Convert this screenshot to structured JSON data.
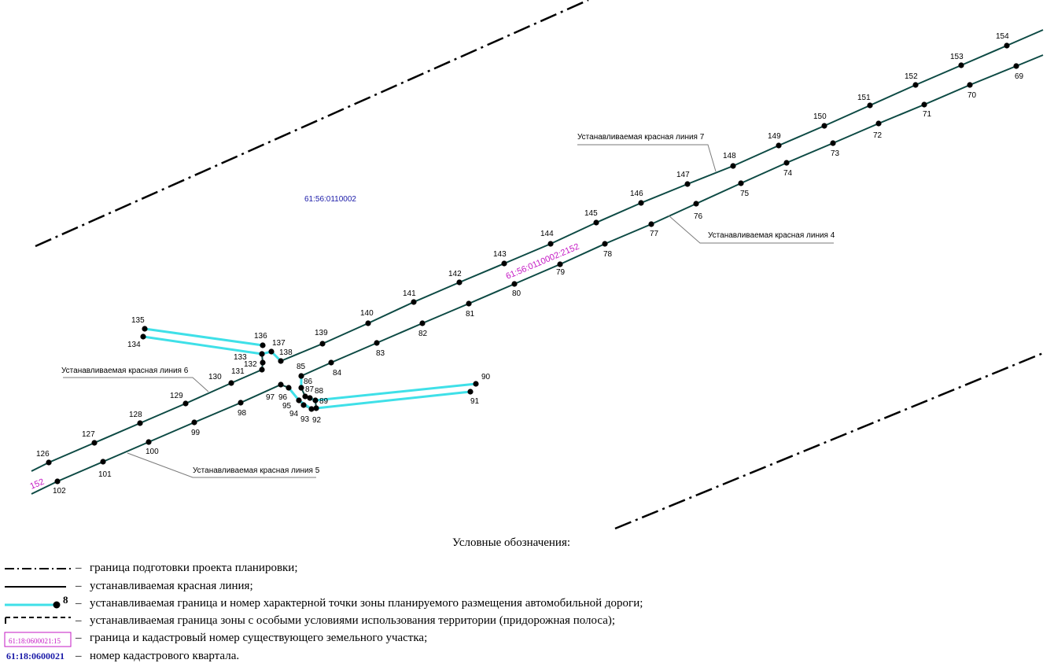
{
  "map": {
    "quarter_label": "61:56:0110002",
    "parcel_label": "61:56:0110002:2152",
    "parcel_label_edge": "152",
    "callouts": {
      "line7": "Устанавливаемая красная линия 7",
      "line4": "Устанавливаемая красная линия 4",
      "line6": "Устанавливаемая красная линия 6",
      "line5": "Устанавливаемая красная линия 5"
    },
    "points_upper": [
      {
        "id": "126",
        "label": "126"
      },
      {
        "id": "127",
        "label": "127"
      },
      {
        "id": "128",
        "label": "128"
      },
      {
        "id": "129",
        "label": "129"
      },
      {
        "id": "130",
        "label": "130"
      },
      {
        "id": "131",
        "label": "131"
      },
      {
        "id": "132",
        "label": "132"
      },
      {
        "id": "133",
        "label": "133"
      },
      {
        "id": "136",
        "label": "136"
      },
      {
        "id": "137",
        "label": "137"
      },
      {
        "id": "138",
        "label": "138"
      },
      {
        "id": "139",
        "label": "139"
      },
      {
        "id": "140",
        "label": "140"
      },
      {
        "id": "141",
        "label": "141"
      },
      {
        "id": "142",
        "label": "142"
      },
      {
        "id": "143",
        "label": "143"
      },
      {
        "id": "144",
        "label": "144"
      },
      {
        "id": "145",
        "label": "145"
      },
      {
        "id": "146",
        "label": "146"
      },
      {
        "id": "147",
        "label": "147"
      },
      {
        "id": "148",
        "label": "148"
      },
      {
        "id": "149",
        "label": "149"
      },
      {
        "id": "150",
        "label": "150"
      },
      {
        "id": "151",
        "label": "151"
      },
      {
        "id": "152",
        "label": "152"
      },
      {
        "id": "153",
        "label": "153"
      },
      {
        "id": "154",
        "label": "154"
      },
      {
        "id": "134",
        "label": "134"
      },
      {
        "id": "135",
        "label": "135"
      }
    ],
    "points_lower": [
      {
        "id": "102",
        "label": "102"
      },
      {
        "id": "101",
        "label": "101"
      },
      {
        "id": "100",
        "label": "100"
      },
      {
        "id": "99",
        "label": "99"
      },
      {
        "id": "98",
        "label": "98"
      },
      {
        "id": "97",
        "label": "97"
      },
      {
        "id": "96",
        "label": "96"
      },
      {
        "id": "95",
        "label": "95"
      },
      {
        "id": "94",
        "label": "94"
      },
      {
        "id": "93",
        "label": "93"
      },
      {
        "id": "92",
        "label": "92"
      },
      {
        "id": "89",
        "label": "89"
      },
      {
        "id": "88",
        "label": "88"
      },
      {
        "id": "87",
        "label": "87"
      },
      {
        "id": "86",
        "label": "86"
      },
      {
        "id": "85",
        "label": "85"
      },
      {
        "id": "84",
        "label": "84"
      },
      {
        "id": "83",
        "label": "83"
      },
      {
        "id": "82",
        "label": "82"
      },
      {
        "id": "81",
        "label": "81"
      },
      {
        "id": "80",
        "label": "80"
      },
      {
        "id": "79",
        "label": "79"
      },
      {
        "id": "78",
        "label": "78"
      },
      {
        "id": "77",
        "label": "77"
      },
      {
        "id": "76",
        "label": "76"
      },
      {
        "id": "75",
        "label": "75"
      },
      {
        "id": "74",
        "label": "74"
      },
      {
        "id": "73",
        "label": "73"
      },
      {
        "id": "72",
        "label": "72"
      },
      {
        "id": "71",
        "label": "71"
      },
      {
        "id": "70",
        "label": "70"
      },
      {
        "id": "69",
        "label": "69"
      },
      {
        "id": "90",
        "label": "90"
      },
      {
        "id": "91",
        "label": "91"
      }
    ],
    "colors": {
      "red_line": "#0d4a44",
      "zone_boundary": "#3fe0e8",
      "planning_boundary": "#000000",
      "parcel_text": "#c418c4",
      "quarter_text": "#1a1aa8",
      "callout_leader": "#7a7a7a"
    }
  },
  "legend": {
    "title": "Условные обозначения:",
    "dash": "–",
    "items": [
      {
        "symbol": "dash-dot-line",
        "text": "граница подготовки проекта планировки;"
      },
      {
        "symbol": "solid-line",
        "text": "устанавливаемая красная линия;"
      },
      {
        "symbol": "cyan-line-point",
        "text": "устанавливаемая граница и номер характерной точки зоны планируемого размещения автомобильной дороги;",
        "sample_number": "8"
      },
      {
        "symbol": "dashed-line",
        "text": "устанавливаемая граница зоны с особыми условиями использования территории (придорожная полоса);"
      },
      {
        "symbol": "parcel-box",
        "text": "граница и кадастровый номер существующего земельного участка;",
        "sample": "61:18:0600021:15"
      },
      {
        "symbol": "quarter-number",
        "text": "номер кадастрового квартала.",
        "sample": "61:18:0600021"
      }
    ]
  }
}
